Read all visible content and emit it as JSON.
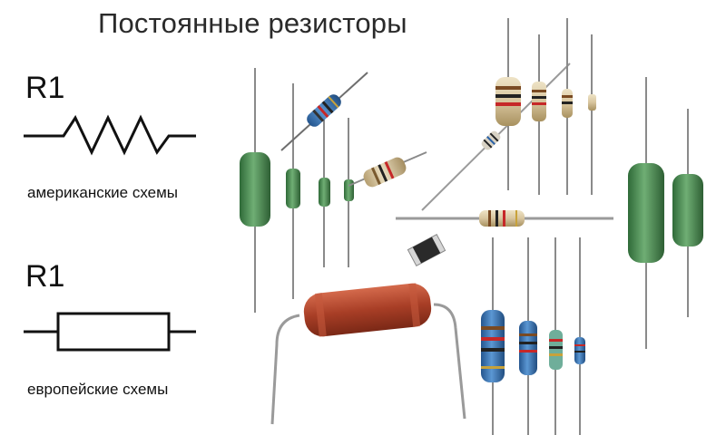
{
  "title": "Постоянные резисторы",
  "american": {
    "designator": "R1",
    "caption": "американские схемы"
  },
  "european": {
    "designator": "R1",
    "caption": "европейские схемы"
  },
  "colors": {
    "green_body": "#4f8f55",
    "blue_body": "#3d78b6",
    "beige_body": "#d8c59e",
    "red_body": "#b8492f",
    "lead": "#8a8a8a",
    "symbol_stroke": "#111111"
  }
}
